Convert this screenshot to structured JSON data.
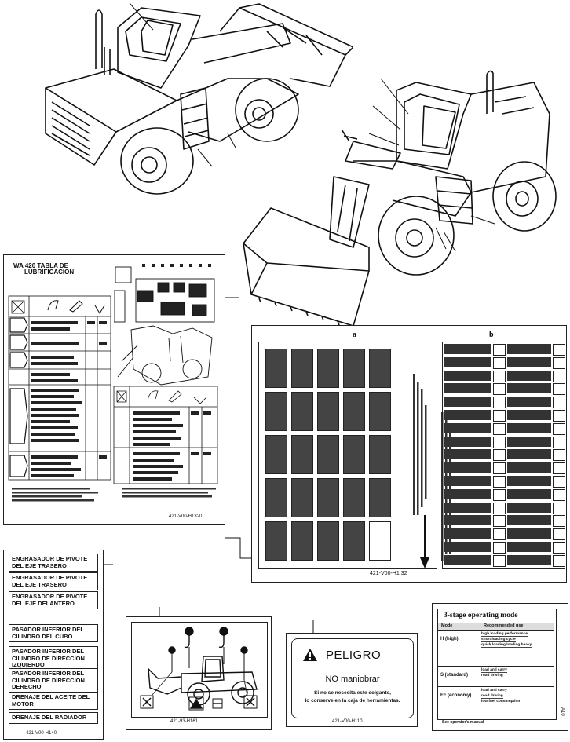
{
  "lube_chart": {
    "title_line1": "WA 420 TABLA DE",
    "title_line2": "LUBRIFICACION",
    "part_no": "421-V00-H1320"
  },
  "fuse_box": {
    "callout_a": "a",
    "callout_b": "b",
    "part_no": "421-V00-H1 32"
  },
  "grease_labels": {
    "items": [
      "ENGRASADOR DE PIVOTE DEL EJE TRASERO",
      "ENGRASADOR DE PIVOTE DEL EJE TRASERO",
      "ENGRASADOR DE PIVOTE DEL EJE DELANTERO",
      "PASADOR INFERIOR DEL CILINDRO DEL CUBO",
      "PASADOR INFERIOR DEL CILINDRO DE DIRECCION IZQUIERDO",
      "PASADOR INFERIOR DEL CILINDRO DE DIRECCION DERECHO",
      "DRENAJE DEL ACEITE DEL MOTOR",
      "DRENAJE DEL RADIADOR"
    ],
    "part_no": "421-V00-H140"
  },
  "lift_plate": {
    "part_no": "421-93-H161"
  },
  "danger_plate": {
    "heading": "PELIGRO",
    "subheading": "NO maniobrar",
    "body_line1": "Si no se necesita este colgante,",
    "body_line2": "lo conserve en la caja de herramientas.",
    "part_no": "421-V00-H110"
  },
  "mode_plate": {
    "title": "3-stage operating mode",
    "col1": "Mode",
    "col2": "Recommended use",
    "rows": [
      {
        "mode": "H (high)",
        "uses": [
          "high loading performance",
          "short loading cycle",
          "quick loading loading heavy"
        ]
      },
      {
        "mode": "S (standard)",
        "uses": [
          "load and carry",
          "road driving"
        ]
      },
      {
        "mode": "Ec (economy)",
        "uses": [
          "load and carry",
          "road driving",
          "low fuel consumption"
        ]
      }
    ],
    "footer": "See operator's manual",
    "side_no": "A10"
  },
  "icons": [
    "warning-triangle-icon",
    "hook-icon",
    "arrow-down-icon"
  ],
  "colors": {
    "ink": "#111111",
    "dark_cell": "#333333"
  }
}
